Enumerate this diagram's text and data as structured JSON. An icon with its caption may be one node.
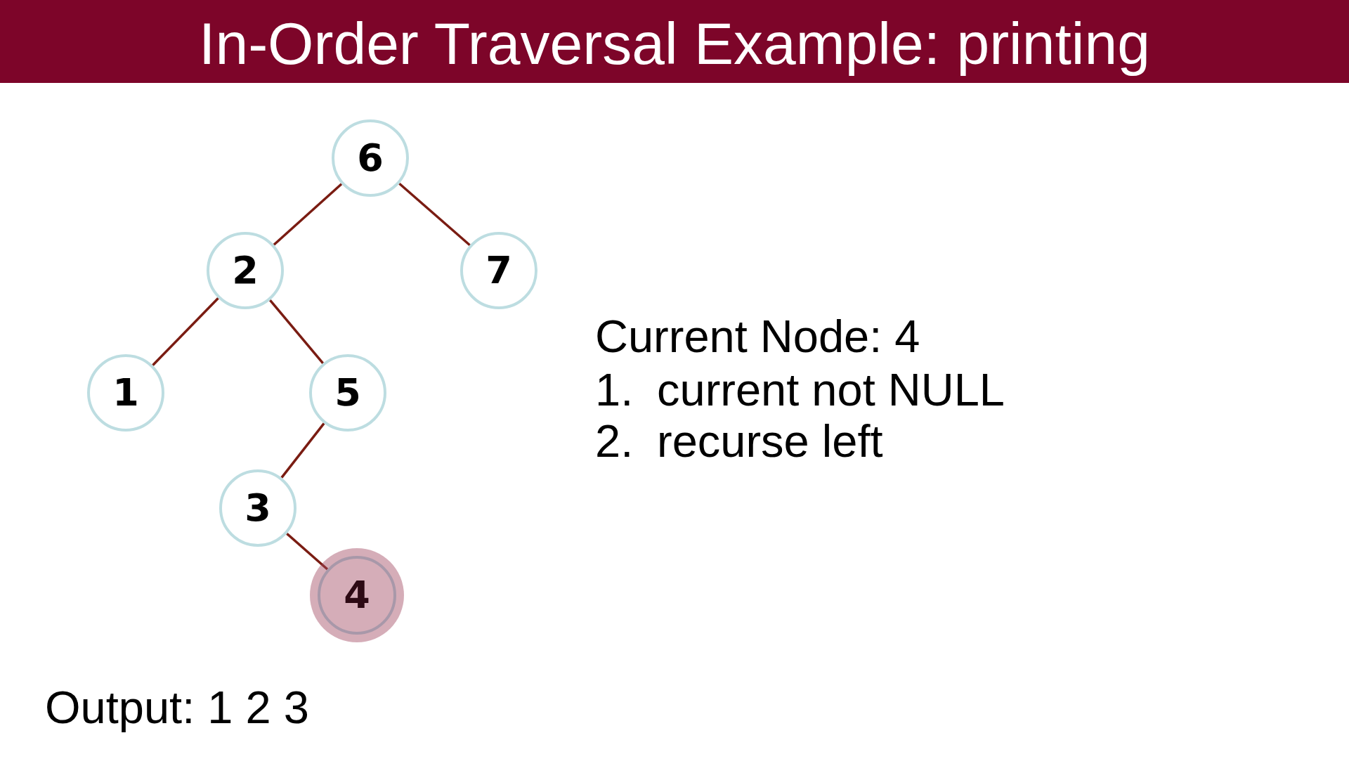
{
  "diagram": {
    "title": "In-Order Traversal Example: printing",
    "nodes": [
      {
        "text": [
          "6"
        ]
      },
      {
        "text": [
          "2"
        ]
      },
      {
        "text": [
          "7"
        ]
      },
      {
        "text": [
          "1"
        ]
      },
      {
        "text": [
          "5"
        ]
      },
      {
        "text": [
          "3"
        ]
      },
      {
        "text": [
          "4"
        ]
      }
    ],
    "edges": [
      {
        "from": 0,
        "to": 1,
        "arrow": "none"
      },
      {
        "from": 0,
        "to": 2,
        "arrow": "none"
      },
      {
        "from": 1,
        "to": 3,
        "arrow": "none"
      },
      {
        "from": 1,
        "to": 4,
        "arrow": "none"
      },
      {
        "from": 4,
        "to": 5,
        "arrow": "none"
      },
      {
        "from": 5,
        "to": 6,
        "arrow": "none"
      }
    ],
    "labels": [
      "Current Node: 4",
      "1.",
      "current not NULL",
      "2.",
      "recurse left",
      "Output: 1 2 3"
    ]
  }
}
